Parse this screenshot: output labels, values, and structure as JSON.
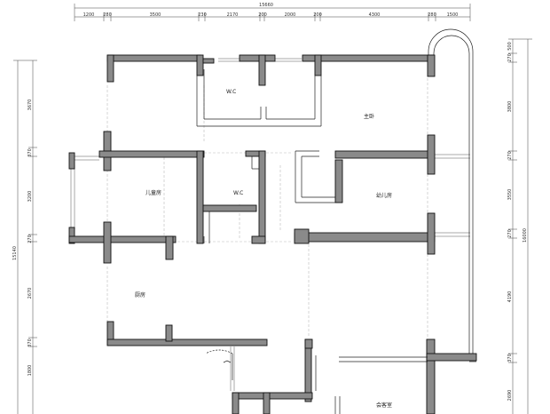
{
  "dimensions": {
    "top_total": "15660",
    "top_segments": [
      "1200",
      "280",
      "3500",
      "230",
      "2170",
      "200",
      "2000",
      "200",
      "4300",
      "280",
      "1500"
    ],
    "left_total": "15140",
    "left_segments": [
      "3670",
      "370",
      "3200",
      "270",
      "2670",
      "370",
      "1800"
    ],
    "right_total": "16000",
    "right_segments": [
      "3800",
      "270",
      "3550",
      "270",
      "4190",
      "370",
      "2690"
    ]
  },
  "rooms": {
    "wc1": "W.C",
    "master": "主卧",
    "child_room": "儿童房",
    "wc2": "W.C",
    "kids_room": "幼儿房",
    "kitchen": "厨房",
    "guest_room": "会客室"
  },
  "colors": {
    "wall_fill": "#8a8a8a",
    "wall_stroke": "#111111",
    "line": "#222222"
  }
}
